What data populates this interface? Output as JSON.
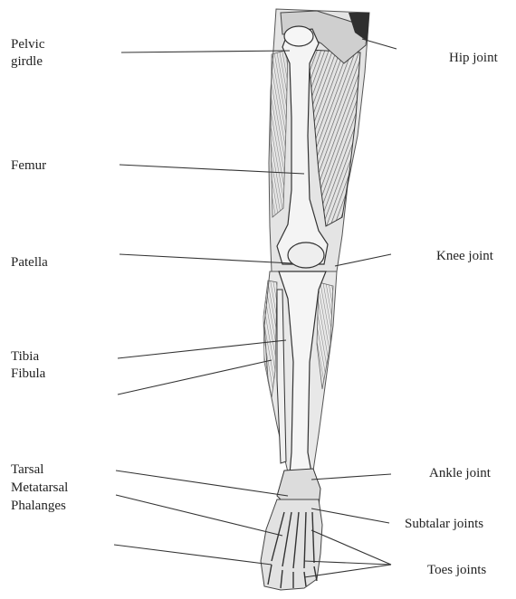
{
  "labels": {
    "pelvic_girdle": [
      "Pelvic",
      "girdle"
    ],
    "femur": "Femur",
    "patella": "Patella",
    "tibia": "Tibia",
    "fibula": "Fibula",
    "tarsal": "Tarsal",
    "metatarsal": "Metatarsal",
    "phalanges": "Phalanges",
    "hip_joint": "Hip joint",
    "knee_joint": "Knee joint",
    "ankle_joint": "Ankle joint",
    "subtalar_joints": "Subtalar joints",
    "toes_joints": "Toes joints"
  },
  "colors": {
    "ink": "#222222",
    "bone_fill": "#f2f2f2",
    "shade": "#9a9a9a",
    "dark": "#3a3a3a"
  }
}
